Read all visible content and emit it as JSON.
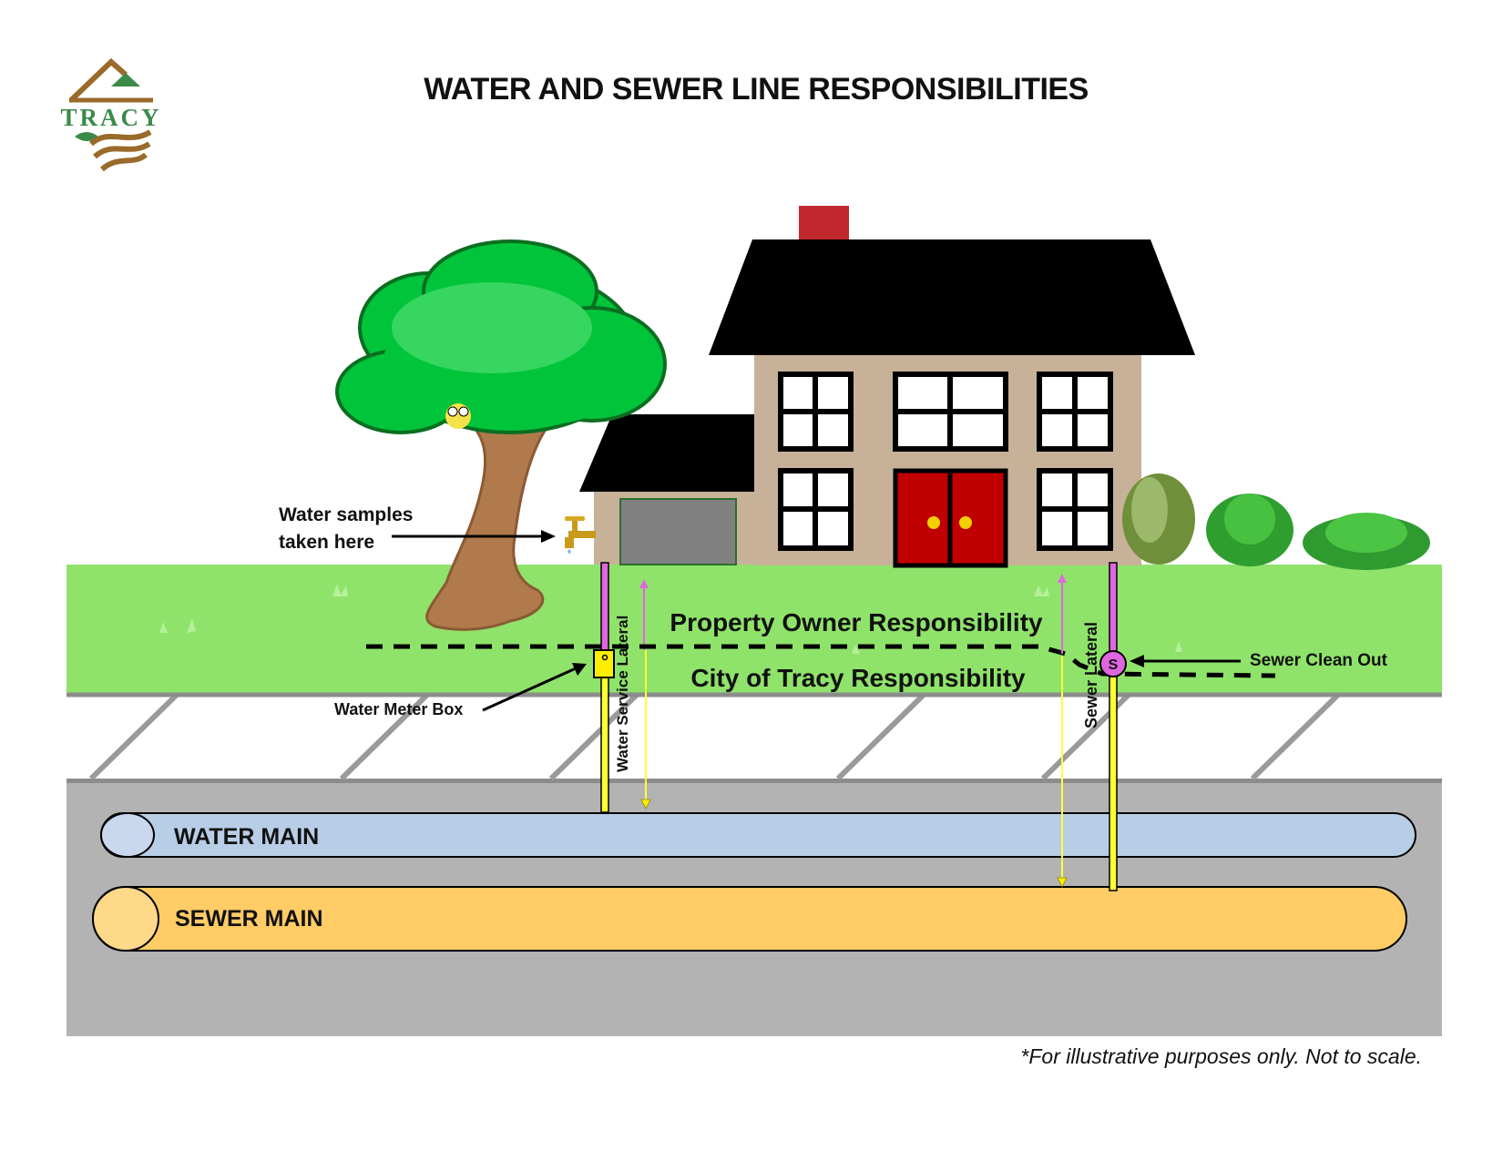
{
  "title": "WATER AND SEWER LINE RESPONSIBILITIES",
  "logo": {
    "text": "TRACY",
    "colors": {
      "brown": "#9a6a2a",
      "green": "#3c8a4a"
    }
  },
  "labels": {
    "water_samples_line1": "Water samples",
    "water_samples_line2": "taken here",
    "water_meter_box": "Water Meter Box",
    "water_service_lateral": "Water Service Lateral",
    "sewer_lateral": "Sewer Lateral",
    "sewer_clean_out": "Sewer Clean Out",
    "sewer_clean_out_symbol": "S",
    "property_owner": "Property Owner Responsibility",
    "city_responsibility": "City of Tracy Responsibility",
    "water_main": "WATER MAIN",
    "sewer_main": "SEWER MAIN"
  },
  "footnote": "*For illustrative purposes only. Not to scale.",
  "colors": {
    "grass": "#8fe36a",
    "sidewalk": "#ffffff",
    "street": "#b3b3b3",
    "water_main": "#b8cde6",
    "sewer_main": "#ffcc66",
    "house_wall": "#c7b299",
    "roof": "#000000",
    "door": "#c00000",
    "chimney": "#c0282d",
    "tree_leaves": "#00c43a",
    "trunk": "#b07a4c",
    "owner_pipe": "#e066e0",
    "city_pipe": "#ffff33"
  }
}
